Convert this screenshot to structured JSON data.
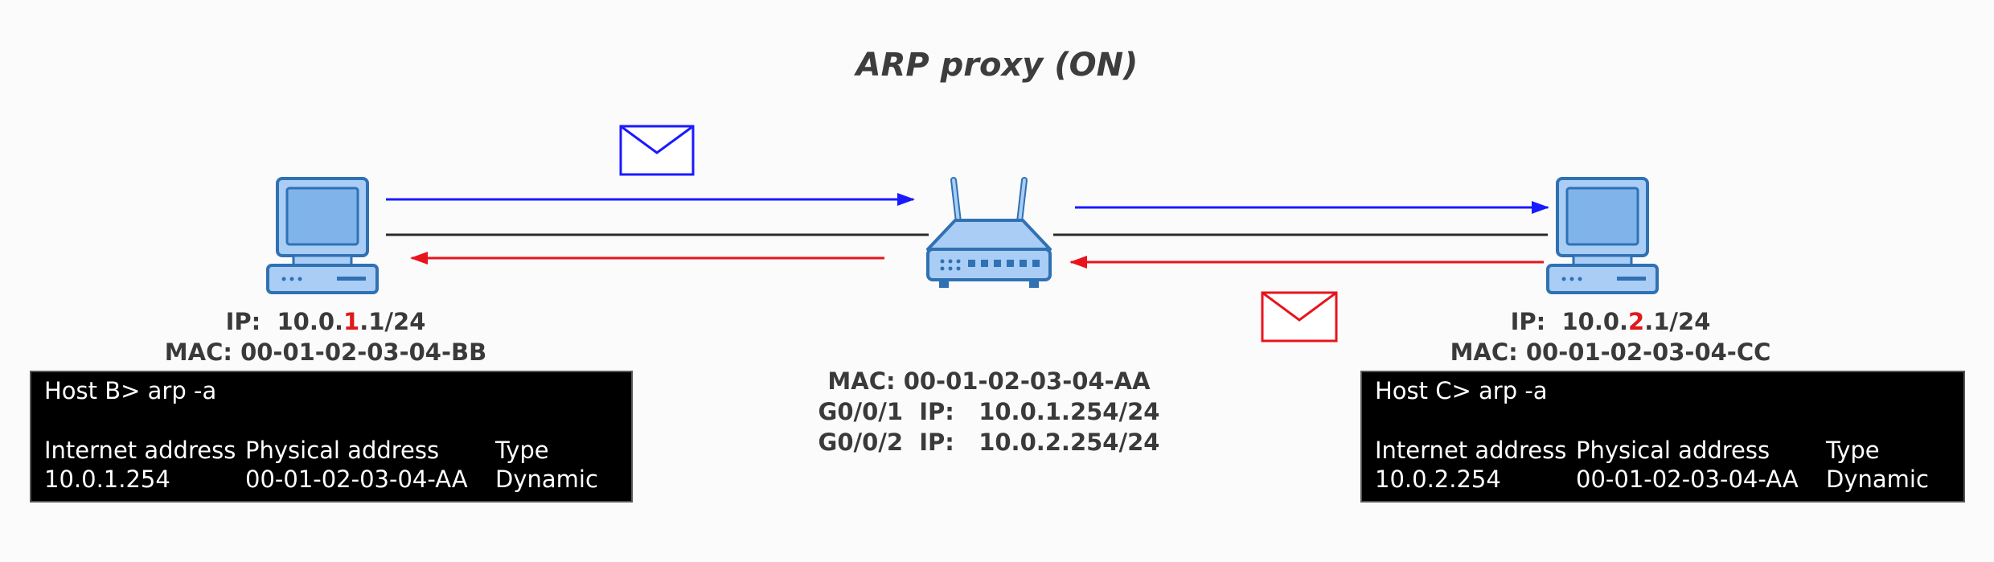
{
  "title": "ARP proxy  (ON)",
  "colors": {
    "request": "#1a1aff",
    "reply": "#e8141c",
    "link": "#2b2b2b",
    "device_fill": "#a9cdf5",
    "device_stroke": "#3071b3"
  },
  "icons": {
    "host_b": "computer-icon",
    "host_c": "computer-icon",
    "router": "router-icon",
    "request_message": "envelope-icon",
    "reply_message": "envelope-icon"
  },
  "host_b": {
    "ip_label": "IP:",
    "ip_prefix": "10.0.",
    "ip_highlight": "1",
    "ip_suffix": ".1/24",
    "mac_label": "MAC:",
    "mac": "00-01-02-03-04-BB",
    "terminal": {
      "prompt": "Host B> arp -a",
      "headers": [
        "Internet address",
        "Physical address",
        "Type"
      ],
      "row": [
        "10.0.1.254",
        "00-01-02-03-04-AA",
        "Dynamic"
      ]
    }
  },
  "host_c": {
    "ip_label": "IP:",
    "ip_prefix": "10.0.",
    "ip_highlight": "2",
    "ip_suffix": ".1/24",
    "mac_label": "MAC:",
    "mac": "00-01-02-03-04-CC",
    "terminal": {
      "prompt": "Host C> arp -a",
      "headers": [
        "Internet address",
        "Physical address",
        "Type"
      ],
      "row": [
        "10.0.2.254",
        "00-01-02-03-04-AA",
        "Dynamic"
      ]
    }
  },
  "router": {
    "mac_line": "MAC: 00-01-02-03-04-AA",
    "if1": "G0/0/1  IP:   10.0.1.254/24",
    "if2": "G0/0/2  IP:   10.0.2.254/24"
  }
}
